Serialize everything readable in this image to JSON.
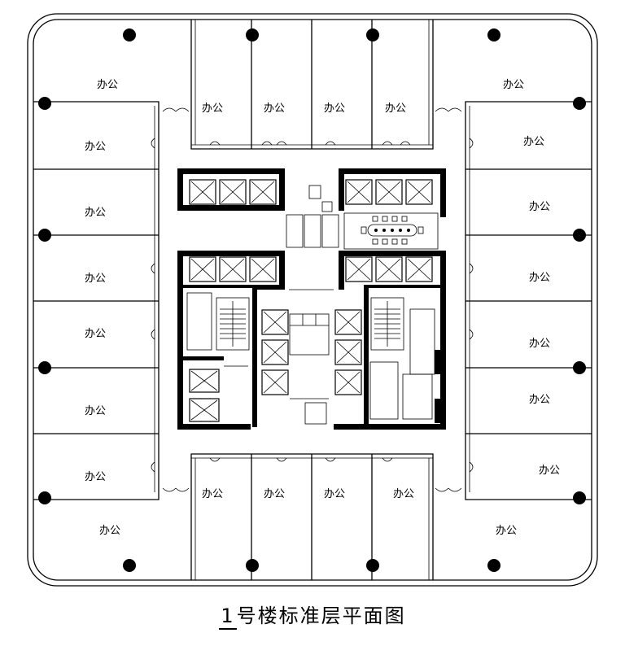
{
  "title": {
    "number": "1",
    "text": "号楼标准层平面图"
  },
  "room_label": "办公",
  "offices": [
    {
      "id": "n-left-corner"
    },
    {
      "id": "n-1"
    },
    {
      "id": "n-2"
    },
    {
      "id": "n-3"
    },
    {
      "id": "n-4"
    },
    {
      "id": "n-right-corner"
    },
    {
      "id": "w-1"
    },
    {
      "id": "w-2"
    },
    {
      "id": "w-3"
    },
    {
      "id": "w-4"
    },
    {
      "id": "w-5"
    },
    {
      "id": "w-6"
    },
    {
      "id": "e-1"
    },
    {
      "id": "e-2"
    },
    {
      "id": "e-3"
    },
    {
      "id": "e-4"
    },
    {
      "id": "e-5"
    },
    {
      "id": "e-6"
    },
    {
      "id": "s-1"
    },
    {
      "id": "s-2"
    },
    {
      "id": "s-3"
    },
    {
      "id": "s-4"
    },
    {
      "id": "s-left-corner"
    },
    {
      "id": "s-right-corner"
    }
  ]
}
